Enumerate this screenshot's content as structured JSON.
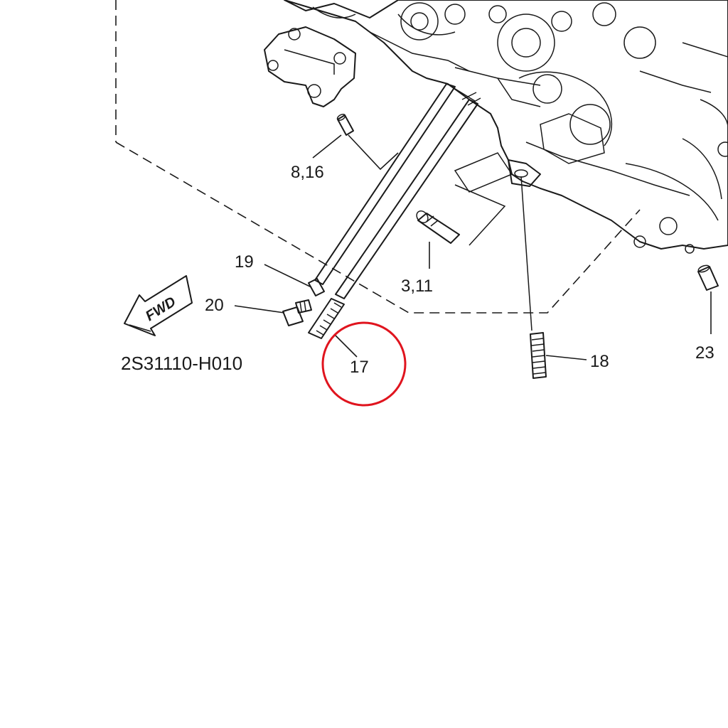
{
  "diagram": {
    "part_code": "2S31110-H010",
    "fwd_label": "FWD",
    "callouts": {
      "c_8_16": "8,16",
      "c_19": "19",
      "c_3_11": "3,11",
      "c_20": "20",
      "c_17": "17",
      "c_18": "18",
      "c_23": "23"
    },
    "highlight": {
      "target": "17",
      "color": "#e0141e"
    }
  }
}
